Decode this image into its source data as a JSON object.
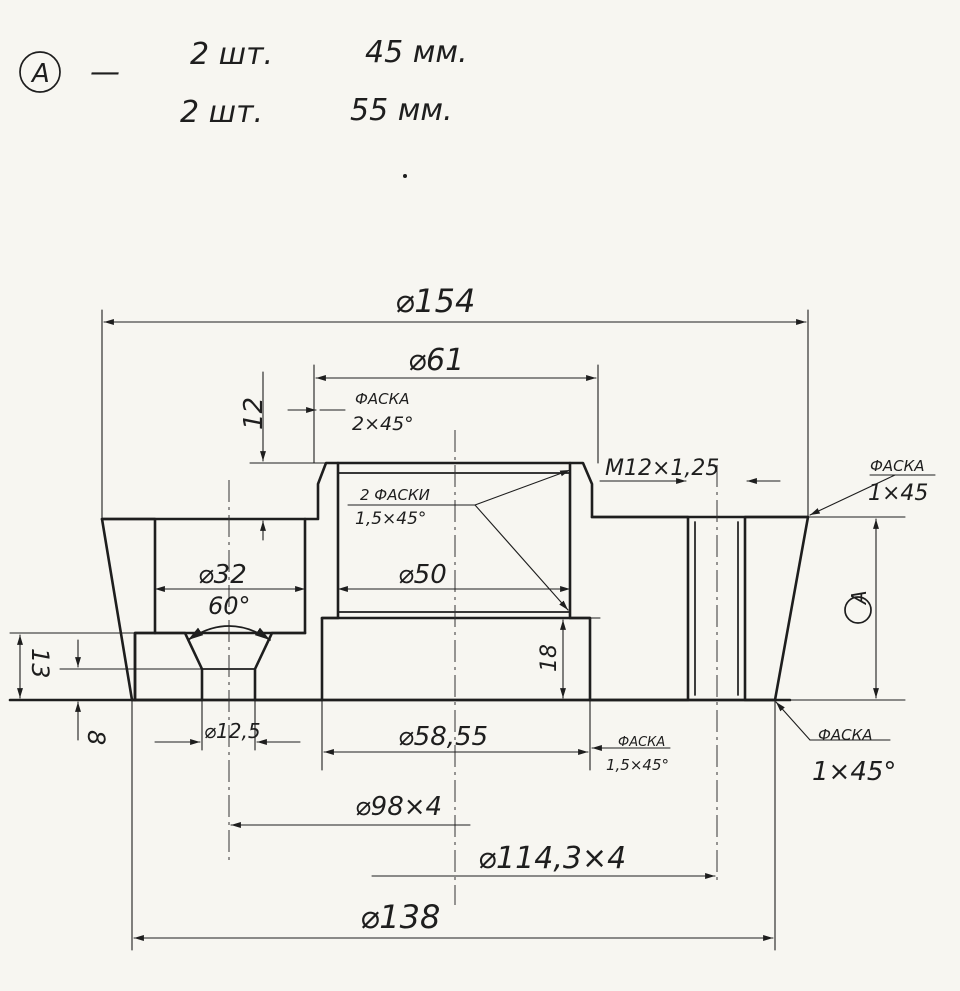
{
  "header": {
    "marker": "A",
    "dash": "—",
    "rows": [
      {
        "qty": "2 шт.",
        "size": "45 мм."
      },
      {
        "qty": "2 шт.",
        "size": "55 мм."
      }
    ]
  },
  "dimensions": {
    "d154": "⌀154",
    "d61": "⌀61",
    "h12": "12",
    "chamfer_top_label": "ФАСКА",
    "chamfer_top_value": "2×45°",
    "chamfers2_label": "2 ФАСКИ",
    "chamfers2_value": "1,5×45°",
    "thread": "М12×1,25",
    "chamfer_right_label": "ФАСКА",
    "chamfer_right_value": "1×45",
    "d32": "⌀32",
    "angle60": "60°",
    "d50": "⌀50",
    "h18": "18",
    "dimA": "A",
    "h13": "13",
    "h8": "8",
    "d12_5": "⌀12,5",
    "d58_55": "⌀58,55",
    "chamfer_bottom_label": "ФАСКА",
    "chamfer_bottom_value": "1,5×45°",
    "chamfer_br_label": "ФАСКА",
    "chamfer_br_value": "1×45°",
    "d98": "⌀98×4",
    "d114": "⌀114,3×4",
    "d138": "⌀138"
  },
  "colors": {
    "paper": "#f7f6f1",
    "ink": "#1e1e1e"
  }
}
